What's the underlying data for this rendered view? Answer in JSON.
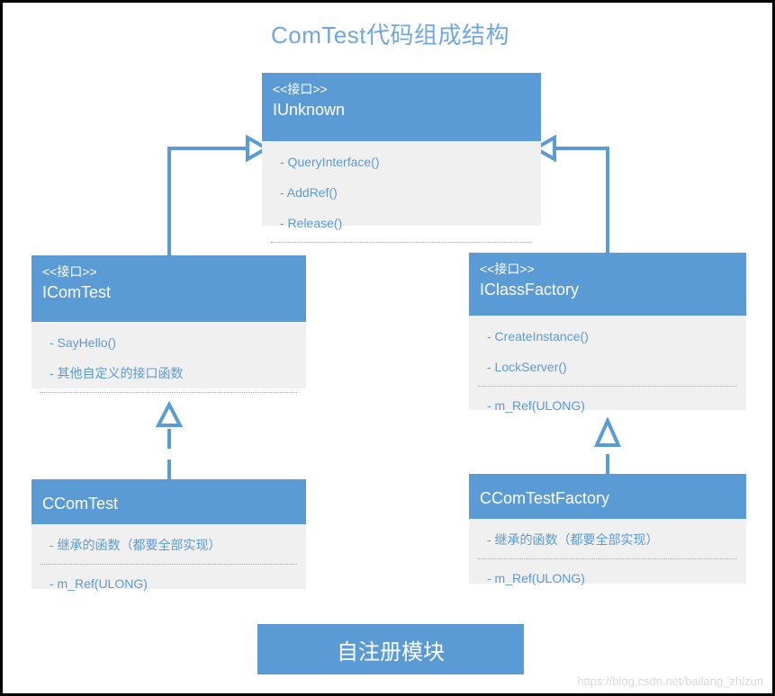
{
  "diagram": {
    "title": "ComTest代码组成结构",
    "watermark": "https://blog.csdn.net/bailang_zhizun",
    "colors": {
      "header_blue": "#5B9BD5",
      "body_gray": "#F0F0F0",
      "member_text": "#5B9BD5",
      "title_text": "#6FA8DC",
      "connector": "#5B9BD5",
      "watermark_text": "#D9D9D9",
      "border": "#000000"
    }
  },
  "classes": {
    "iunknown": {
      "stereotype": "<<接口>>",
      "name": "IUnknown",
      "methods": [
        "- QueryInterface()",
        "- AddRef()",
        "- Release()"
      ],
      "attributes": []
    },
    "icomtest": {
      "stereotype": "<<接口>>",
      "name": "IComTest",
      "methods": [
        "- SayHello()",
        "- 其他自定义的接口函数"
      ],
      "attributes": []
    },
    "iclassfactory": {
      "stereotype": "<<接口>>",
      "name": "IClassFactory",
      "methods": [
        "- CreateInstance()",
        "- LockServer()"
      ],
      "attributes": [
        "- m_Ref(ULONG)"
      ]
    },
    "ccomtest": {
      "stereotype": "",
      "name": "CComTest",
      "methods": [
        "- 继承的函数（都要全部实现）"
      ],
      "attributes": [
        "- m_Ref(ULONG)"
      ]
    },
    "ccomtestfactory": {
      "stereotype": "",
      "name": "CComTestFactory",
      "methods": [
        "- 继承的函数（都要全部实现）"
      ],
      "attributes": [
        "- m_Ref(ULONG)"
      ]
    }
  },
  "blocks": {
    "self_register": {
      "label": "自注册模块"
    }
  },
  "relationships": [
    {
      "name": "icomtest-inherits-iunknown",
      "type": "generalization",
      "from": "IComTest",
      "to": "IUnknown",
      "line": "solid",
      "arrow": "hollow-triangle"
    },
    {
      "name": "iclassfactory-inherits-iunknown",
      "type": "generalization",
      "from": "IClassFactory",
      "to": "IUnknown",
      "line": "solid",
      "arrow": "hollow-triangle"
    },
    {
      "name": "ccomtest-realizes-icomtest",
      "type": "realization",
      "from": "CComTest",
      "to": "IComTest",
      "line": "dashed",
      "arrow": "hollow-triangle"
    },
    {
      "name": "ccomtestfactory-realizes-iclassfactory",
      "type": "realization",
      "from": "CComTestFactory",
      "to": "IClassFactory",
      "line": "dashed",
      "arrow": "hollow-triangle"
    }
  ]
}
